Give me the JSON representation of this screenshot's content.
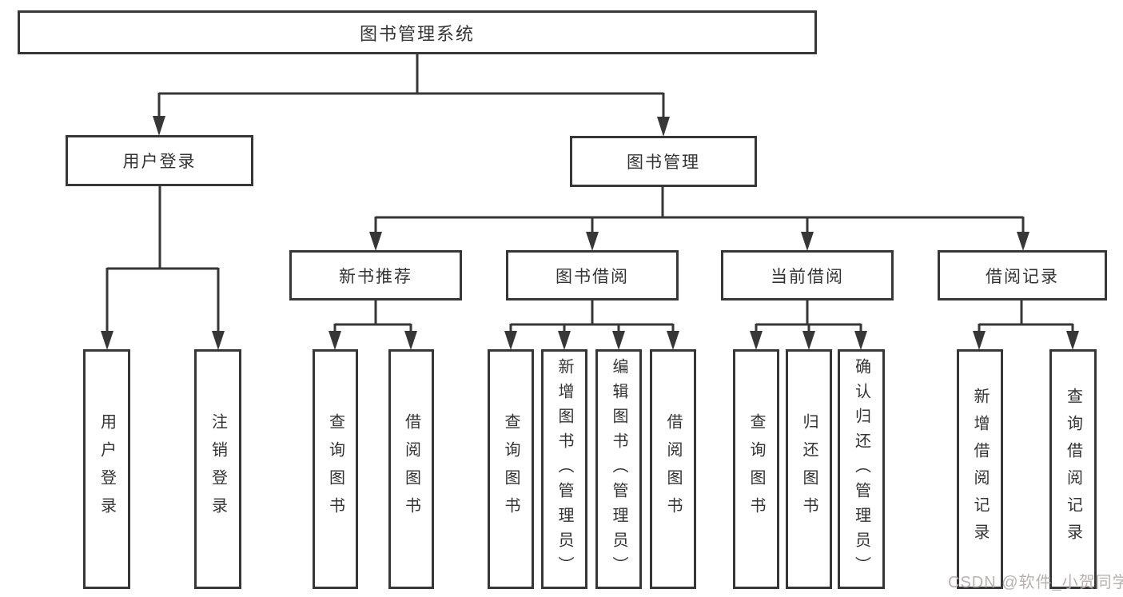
{
  "diagram": {
    "title": "图书管理系统",
    "level2": [
      "用户登录",
      "图书管理"
    ],
    "level3": [
      "新书推荐",
      "图书借阅",
      "当前借阅",
      "借阅记录"
    ],
    "leaves": [
      "用户登录",
      "注销登录",
      "查询图书",
      "借阅图书",
      "查询图书",
      "新增图书（管理员）",
      "编辑图书（管理员）",
      "借阅图书",
      "查询图书",
      "归还图书",
      "确认归还（管理员）",
      "新增借阅记录",
      "查询借阅记录"
    ],
    "colors": {
      "line": "#373737",
      "text": "#333333",
      "watermark": "#b9b1b1",
      "background": "#ffffff"
    }
  },
  "watermark": "CSDN @软件_小贺同学"
}
